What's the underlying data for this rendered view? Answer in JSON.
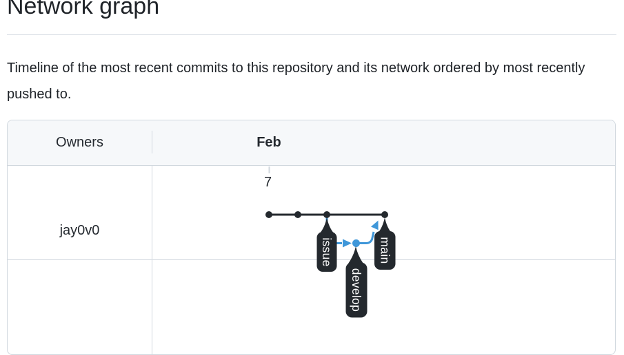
{
  "page": {
    "title": "Network graph",
    "description": "Timeline of the most recent commits to this repository and its network ordered by most recently pushed to."
  },
  "table": {
    "owners_header": "Owners",
    "month_label": "Feb",
    "day_label": "7",
    "owners": [
      {
        "name": "jay0v0"
      }
    ]
  },
  "graph": {
    "branch_labels": {
      "issue": "issue",
      "develop": "develop",
      "main": "main"
    },
    "main_commit_count": 4,
    "develop_commit_count": 1,
    "colors": {
      "commit_line": "#24292e",
      "branch_line": "#3f97d9",
      "label_background": "#24292e",
      "label_text": "#ffffff",
      "table_border": "#d0d7de",
      "header_background": "#f6f8fa"
    }
  }
}
